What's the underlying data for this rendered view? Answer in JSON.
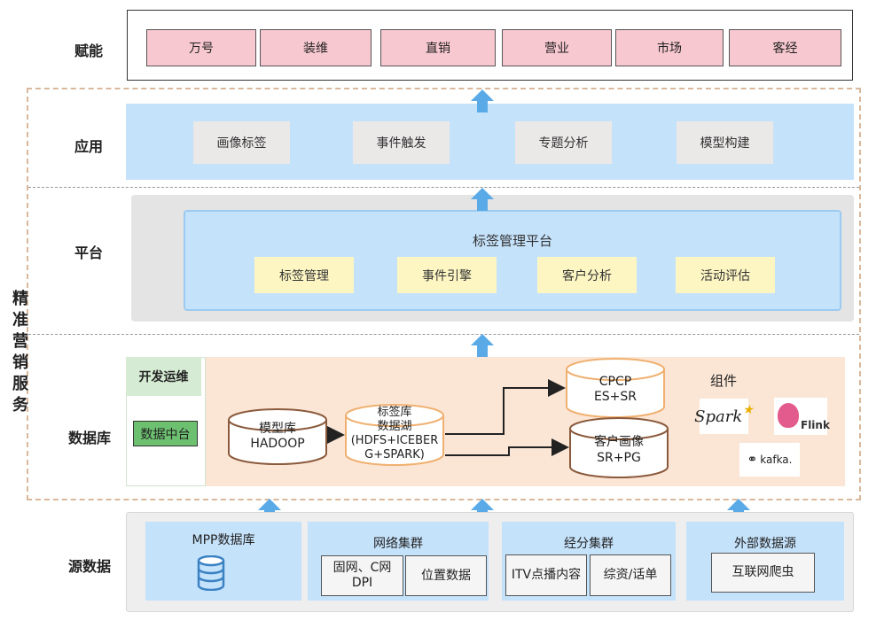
{
  "rows": {
    "empower": "赋能",
    "application": "应用",
    "platform": "平台",
    "database": "数据库",
    "source": "源数据"
  },
  "side_label": "精准营销服务",
  "empower_items": [
    "万号",
    "装维",
    "直销",
    "营业",
    "市场",
    "客经"
  ],
  "app_items": [
    "画像标签",
    "事件触发",
    "专题分析",
    "模型构建"
  ],
  "platform": {
    "title": "标签管理平台",
    "items": [
      "标签管理",
      "事件引擎",
      "客户分析",
      "活动评估"
    ]
  },
  "database": {
    "devops": "开发运维",
    "data_center": "数据中台",
    "model_db": [
      "模型库",
      "HADOOP"
    ],
    "tag_db": [
      "标签库",
      "数据湖",
      "(HDFS+ICEBER",
      "G+SPARK)"
    ],
    "cpcp": [
      "CPCP",
      "ES+SR"
    ],
    "portrait": [
      "客户画像",
      "SR+PG"
    ],
    "components_label": "组件",
    "components": [
      "Spark",
      "Flink",
      "kafka."
    ]
  },
  "source": {
    "mpp": "MPP数据库",
    "network": {
      "title": "网络集群",
      "items": [
        "固网、C网",
        "DPI",
        "位置数据"
      ]
    },
    "jingfen": {
      "title": "经分集群",
      "items": [
        "ITV点播内容",
        "综资/话单"
      ]
    },
    "external": {
      "title": "外部数据源",
      "items": [
        "互联网爬虫"
      ]
    }
  },
  "colors": {
    "pink": "#f8c8d0",
    "app_band": "#c5e2fb",
    "platform_band": "#e4e4e4",
    "db_panel": "#fbe6d6",
    "source_blue": "#c5e2fb",
    "arrow": "#5aaae8",
    "green": "#6cc070",
    "dashed": "#d9b89c"
  },
  "icons": [
    "database-icon",
    "spark-logo",
    "flink-logo",
    "kafka-logo",
    "up-arrow-icon"
  ]
}
